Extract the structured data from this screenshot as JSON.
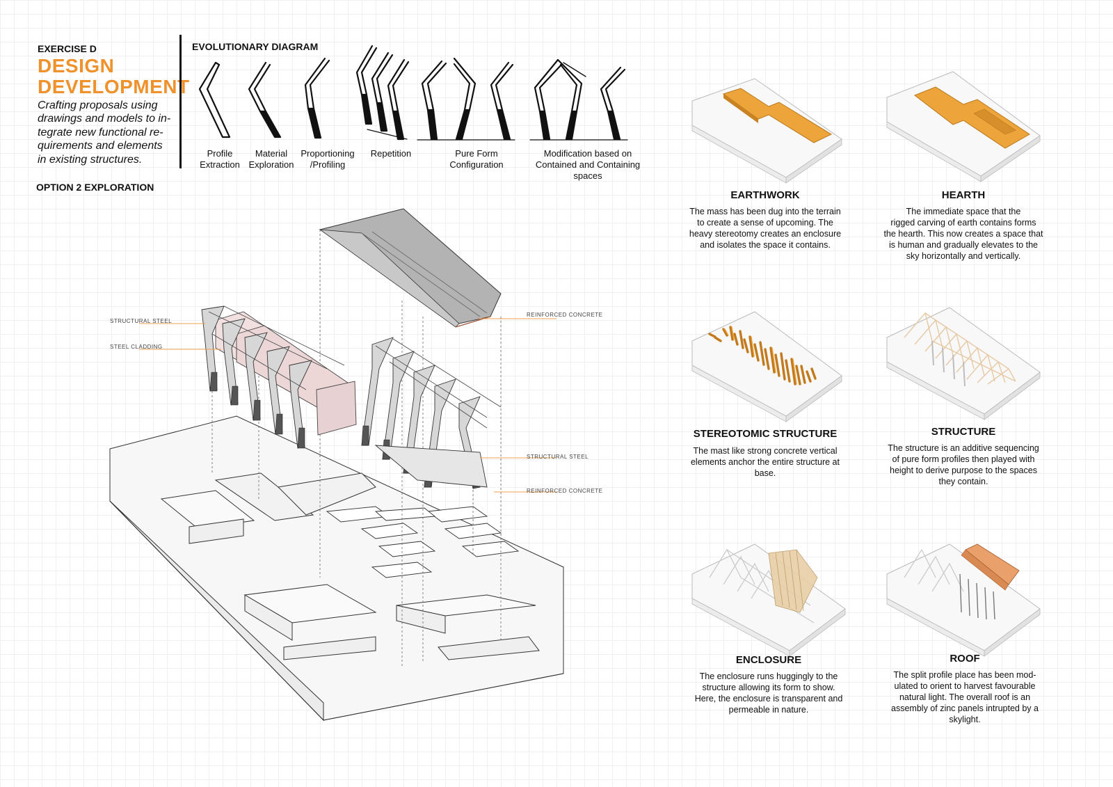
{
  "header": {
    "exercise_label": "EXERCISE D",
    "title_line1": "DESIGN",
    "title_line2": "DEVELOPMENT",
    "subtitle_lines": [
      "Crafting proposals using",
      "drawings and models to in-",
      "tegrate new functional re-",
      "quirements and elements",
      "in existing structures."
    ],
    "option_label": "OPTION 2 EXPLORATION"
  },
  "evolutionary_diagram": {
    "title": "EVOLUTIONARY DIAGRAM",
    "steps": [
      {
        "line1": "Profile",
        "line2": "Extraction",
        "line3": ""
      },
      {
        "line1": "Material",
        "line2": "Exploration",
        "line3": ""
      },
      {
        "line1": "Proportioning",
        "line2": "/Profiling",
        "line3": ""
      },
      {
        "line1": "Repetition",
        "line2": "",
        "line3": ""
      },
      {
        "line1": "Pure Form",
        "line2": "Configuration",
        "line3": ""
      },
      {
        "line1": "Modification based on",
        "line2": "Contained and Containing",
        "line3": "spaces"
      }
    ]
  },
  "exploded_labels": {
    "structural_steel_1": "STRUCTURAL STEEL",
    "steel_cladding": "STEEL CLADDING",
    "reinforced_concrete_1": "REINFORCED CONCRETE",
    "structural_steel_2": "STRUCTURAL STEEL",
    "reinforced_concrete_2": "REINFORCED CONCRETE"
  },
  "panels": {
    "earthwork": {
      "title": "EARTHWORK",
      "lines": [
        "The mass has been dug into the terrain",
        "to create a sense of upcoming. The",
        "heavy stereotomy creates an enclosure",
        "and isolates the space it contains.",
        ""
      ]
    },
    "hearth": {
      "title": "HEARTH",
      "lines": [
        "The immediate space that the",
        "rigged carving of earth contains forms",
        "the hearth. This now creates a space that",
        "is human and gradually elevates to the",
        "sky horizontally and vertically."
      ]
    },
    "stereotomic": {
      "title": "STEREOTOMIC STRUCTURE",
      "lines": [
        "The mast like strong concrete vertical",
        "elements anchor the entire structure at",
        "base.",
        "",
        ""
      ]
    },
    "structure": {
      "title": "STRUCTURE",
      "lines": [
        "The structure is an additive sequencing",
        "of pure form profiles then played with",
        "height to derive purpose to the spaces",
        "they contain.",
        ""
      ]
    },
    "enclosure": {
      "title": "ENCLOSURE",
      "lines": [
        "The enclosure runs huggingly to the",
        "structure allowing its form to show.",
        "Here, the enclosure is transparent and",
        "permeable in nature.",
        ""
      ]
    },
    "roof": {
      "title": "ROOF",
      "lines": [
        "The split profile place has been mod-",
        "ulated to orient to harvest favourable",
        "natural light. The overall roof is an",
        "assembly of zinc panels intrupted by a",
        "skylight."
      ]
    }
  },
  "colors": {
    "accent_orange": "#f0922b",
    "earth_orange": "#eda43a",
    "wood": "#d9a15a",
    "concrete": "#9a9a9a",
    "text": "#111111"
  }
}
